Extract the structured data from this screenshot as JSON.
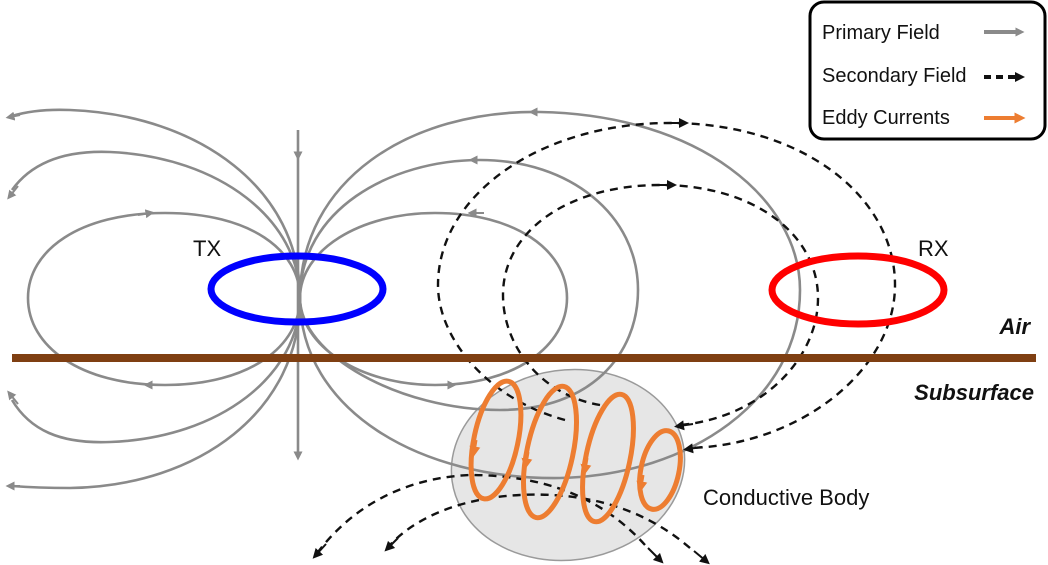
{
  "labels": {
    "tx": "TX",
    "rx": "RX",
    "air": "Air",
    "subsurface": "Subsurface",
    "conductive_body": "Conductive Body"
  },
  "legend": {
    "primary": "Primary Field",
    "secondary": "Secondary Field",
    "eddy": "Eddy Currents"
  },
  "colors": {
    "primary_field": "#8a8a8a",
    "secondary_field": "#111111",
    "eddy_currents": "#ed7d31",
    "transmitter": "#0000ff",
    "receiver": "#ff0000",
    "ground": "#7f3f12",
    "conductive_body": "#e6e6e6"
  }
}
